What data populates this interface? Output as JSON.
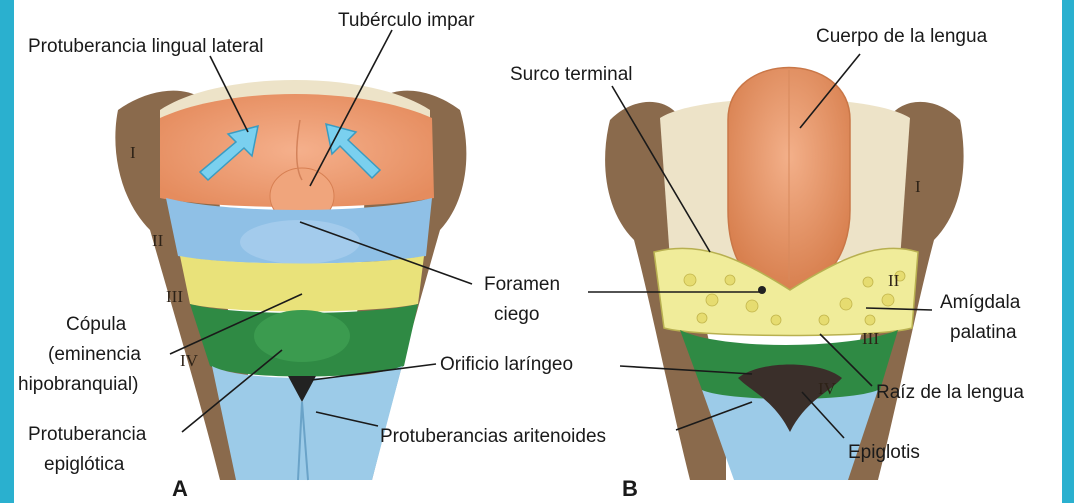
{
  "colors": {
    "frame": "#2ab0cf",
    "panel": "#ffffff",
    "arch_brown": "#8a6a4c",
    "arch_I": "#f0a074",
    "arch_II": "#8fc0e6",
    "arch_III": "#e9e27a",
    "arch_IV": "#2f8a44",
    "laryngeal": "#9ccbe8",
    "tongue_body": "#e8956a",
    "tonsil": "#f0ec9a",
    "pharynx_cream": "#ede3c8",
    "arrow": "#7ad0ef"
  },
  "icons": [
    "arrow-icon"
  ],
  "figure": {
    "panel_a_letter": "A",
    "panel_b_letter": "B",
    "arches_a": [
      "I",
      "II",
      "III",
      "IV"
    ],
    "arches_b": [
      "I",
      "II",
      "III",
      "IV"
    ],
    "labels": {
      "protuberancia_lingual_lateral": "Protuberancia lingual lateral",
      "tuberculo_impar": "Tubérculo impar",
      "surco_terminal": "Surco terminal",
      "cuerpo_lengua": "Cuerpo de la lengua",
      "foramen_1": "Foramen",
      "foramen_2": "ciego",
      "copula_1": "Cópula",
      "copula_2": "(eminencia",
      "copula_3": "hipobranquial)",
      "orificio_laringeo": "Orificio laríngeo",
      "protuberancia_epiglotica_1": "Protuberancia",
      "protuberancia_epiglotica_2": "epiglótica",
      "protuberancias_aritenoides": "Protuberancias aritenoides",
      "amigdala_1": "Amígdala",
      "amigdala_2": "palatina",
      "raiz_lengua": "Raíz de la lengua",
      "epiglotis": "Epiglotis"
    }
  }
}
